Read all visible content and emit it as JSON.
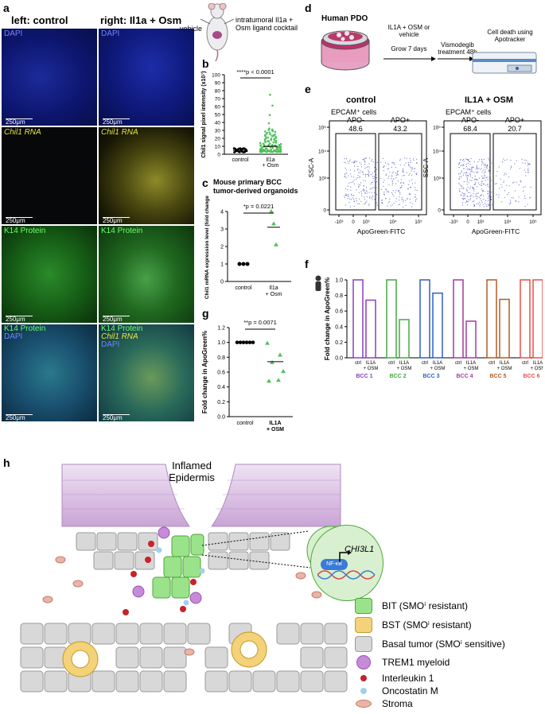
{
  "panel_labels": {
    "a": "a",
    "b": "b",
    "c": "c",
    "d": "d",
    "e": "e",
    "f": "f",
    "g": "g",
    "h": "h"
  },
  "panel_a": {
    "header_left": "left: control",
    "header_right": "right: Il1a + Osm",
    "mouse_left": "vehicle",
    "mouse_right": "intratumoral Il1a + Osm ligand cocktail",
    "scale": "250μm",
    "rows": [
      {
        "label1": "DAPI",
        "label2": "",
        "color1": "#6f86ff",
        "color2": "#6f86ff"
      },
      {
        "label1": "Chil1 RNA",
        "label2": "",
        "color1": "#e6e63c",
        "color2": "#e6e63c"
      },
      {
        "label1": "K14 Protein",
        "label2": "",
        "color1": "#6fff6f",
        "color2": "#6fff6f"
      },
      {
        "label1": "K14 Protein",
        "label2": "Chil1 RNA",
        "label3": "DAPI",
        "color1": "#6fff6f",
        "color2": "#e6e63c",
        "color3": "#6f86ff"
      }
    ],
    "row4_right": {
      "label1": "K14 Protein",
      "label2": "Chil1 RNA",
      "label3": "DAPI"
    }
  },
  "panel_b": {
    "ylabel": "Chil1 signal pixel intensity (x10⁷)",
    "significance": "****p < 0.0001",
    "yticks": [
      "0",
      "10",
      "20",
      "30",
      "40",
      "50",
      "60",
      "70",
      "80",
      "90",
      "100"
    ],
    "categories": [
      "control",
      "Il1a + Osm"
    ]
  },
  "panel_c": {
    "title": "Mouse primary BCC tumor-derived organoids",
    "ylabel": "Chil1 mRNA expression level (fold change)",
    "significance": "*p = 0.0221",
    "yticks": [
      "0",
      "1",
      "2",
      "3",
      "4"
    ],
    "categories": [
      "control",
      "Il1a + Osm"
    ]
  },
  "panel_d": {
    "title": "Human PDO",
    "step1": "IL1A + OSM or vehicle",
    "step1b": "Grow 7 days",
    "step2": "Vismodegib treatment 48h",
    "step3": "Cell death using Apotracker"
  },
  "panel_e": {
    "left_title": "control",
    "right_title": "IL1A + OSM",
    "subtitle": "EPCAM⁺ cells",
    "ylabel": "SSC-A",
    "xlabel": "ApoGreen-FITC",
    "gate_neg": "APO-",
    "gate_pos": "APO+",
    "control_neg": "48.6",
    "control_pos": "43.2",
    "treated_neg": "68.4",
    "treated_pos": "20.7",
    "yticks": [
      "10⁵",
      "10⁴",
      "10³",
      "0"
    ],
    "xticks": [
      "-10³",
      "0",
      "10³",
      "10⁴",
      "10⁵"
    ]
  },
  "panel_g": {
    "ylabel": "Fold change in ApoGreen%",
    "significance": "**p = 0.0071",
    "yticks": [
      "0.0",
      "0.2",
      "0.4",
      "0.6",
      "0.8",
      "1.0",
      "1.2"
    ],
    "categories": [
      "control",
      "IL1A + OSM"
    ]
  },
  "panel_h": {
    "epidermis": "Inflamed Epidermis",
    "gene": "CHI3L1",
    "tf": "NF-κB"
  },
  "legend": [
    {
      "text": "BIT (SMOⁱ resistant)"
    },
    {
      "text": "BST (SMOⁱ resistant)"
    },
    {
      "text": "Basal tumor (SMOⁱ sensitive)"
    },
    {
      "text": "TREM1 myeloid"
    },
    {
      "text": "Interleukin 1"
    },
    {
      "text": "Oncostatin M"
    },
    {
      "text": "Stroma"
    }
  ],
  "chart_data": [
    {
      "type": "scatter",
      "title": "",
      "ylabel": "Chil1 signal pixel intensity (x10⁷)",
      "ylim": [
        0,
        100
      ],
      "categories": [
        "control",
        "Il1a + Osm"
      ],
      "series": [
        {
          "name": "control",
          "values": [
            5
          ]
        },
        {
          "name": "Il1a + Osm",
          "values": [
            10
          ]
        }
      ],
      "annotation": "****p < 0.0001"
    },
    {
      "type": "scatter",
      "title": "Mouse primary BCC tumor-derived organoids",
      "ylabel": "Chil1 mRNA expression level (fold change)",
      "ylim": [
        0,
        4
      ],
      "categories": [
        "control",
        "Il1a + Osm"
      ],
      "series": [
        {
          "name": "control",
          "values": [
            1.0,
            1.0,
            1.0
          ]
        },
        {
          "name": "Il1a + Osm",
          "values": [
            4.0,
            3.3,
            2.1
          ]
        }
      ],
      "means": [
        1.0,
        3.1
      ],
      "annotation": "*p = 0.0221"
    },
    {
      "type": "bar",
      "title": "",
      "ylabel": "Fold change in ApoGreen%",
      "ylim": [
        0,
        1.0
      ],
      "categories": [
        "ctrl",
        "IL1A + OSM",
        "ctrl",
        "IL1A + OSM",
        "ctrl",
        "IL1A + OSM",
        "ctrl",
        "IL1A + OSM",
        "ctrl",
        "IL1A + OSM",
        "ctrl",
        "IL1A + OSM"
      ],
      "groups": [
        "BCC 1",
        "BCC 2",
        "BCC 3",
        "BCC 4",
        "BCC 5",
        "BCC 6"
      ],
      "group_colors": [
        "#8a3fc2",
        "#46a843",
        "#2d60c6",
        "#a43aa0",
        "#b55a22",
        "#e8504a"
      ],
      "values": [
        1.0,
        0.74,
        1.0,
        0.49,
        1.0,
        0.83,
        1.0,
        0.47,
        1.0,
        0.75,
        1.0,
        1.0
      ]
    },
    {
      "type": "scatter",
      "title": "",
      "ylabel": "Fold change in ApoGreen%",
      "ylim": [
        0,
        1.2
      ],
      "categories": [
        "control",
        "IL1A + OSM"
      ],
      "series": [
        {
          "name": "control",
          "values": [
            1,
            1,
            1,
            1,
            1,
            1
          ]
        },
        {
          "name": "IL1A + OSM",
          "values": [
            0.99,
            0.83,
            0.73,
            0.61,
            0.48,
            0.49
          ]
        }
      ],
      "means": [
        1.0,
        0.74
      ],
      "annotation": "**p = 0.0071"
    }
  ]
}
